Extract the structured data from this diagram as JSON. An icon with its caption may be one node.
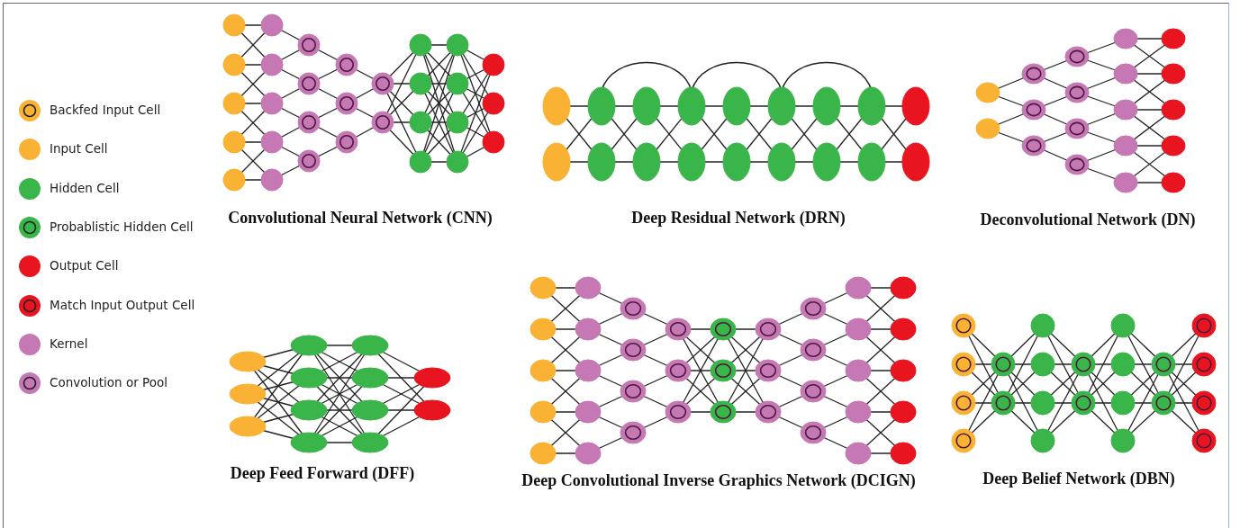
{
  "diagram": {
    "labels": [
      "Convolutional Neural Network (CNN)",
      "Deep Residual Network (DRN)",
      "Deconvolutional Network (DN)",
      "Deep Feed Forward (DFF)",
      "Deep Convolutional Inverse Graphics Network (DCIGN)",
      "Deep Belief Network (DBN)"
    ],
    "legend": [
      {
        "text": "Backfed Input Cell"
      },
      {
        "text": "Input Cell",
        "color": "#f9b233"
      },
      {
        "text": "Hidden Cell",
        "color": "#3ab54a"
      },
      {
        "text": "Probablistic Hidden Cell"
      },
      {
        "text": "Output Cell",
        "color": "#e8141f"
      },
      {
        "text": "Match Input Output Cell"
      },
      {
        "text": "Kernel",
        "color": "#c678b5"
      },
      {
        "text": "Convolution or Pool"
      }
    ]
  }
}
